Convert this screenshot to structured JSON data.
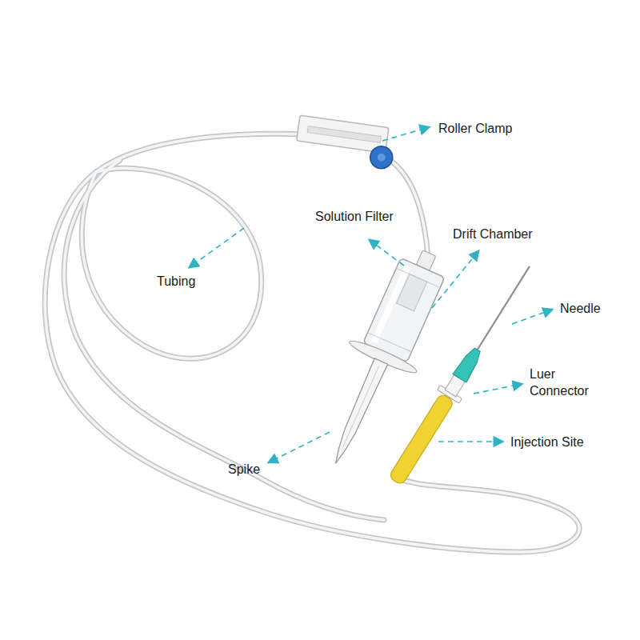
{
  "diagram": {
    "labels": [
      "Roller Clamp",
      "Solution Filter",
      "Drift Chamber",
      "Tubing",
      "Needle",
      "Luer Connector",
      "Injection Site",
      "Spike"
    ]
  }
}
